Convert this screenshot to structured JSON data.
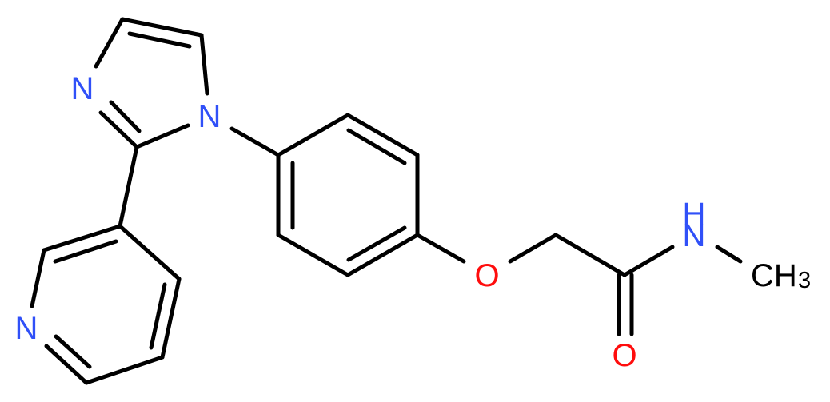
{
  "molecule": {
    "name": "N-methyl-2-[4-(2-pyridin-3-ylimidazol-1-yl)phenoxy]acetamide",
    "colors": {
      "bond": "#000000",
      "nitrogen": "#3050F8",
      "oxygen": "#FF0D0D",
      "carbon": "#000000",
      "background": "#FFFFFF"
    },
    "atom_labels": {
      "imidazole_n3": "N",
      "imidazole_n1": "N",
      "pyridine_n": "N",
      "ether_o": "O",
      "amide_n": "N",
      "amide_h": "H",
      "carbonyl_o": "O",
      "methyl_c": "CH",
      "methyl_sub": "3"
    },
    "fragments": [
      "imidazole",
      "pyridine",
      "benzene",
      "ether",
      "acetamide",
      "methyl"
    ]
  }
}
